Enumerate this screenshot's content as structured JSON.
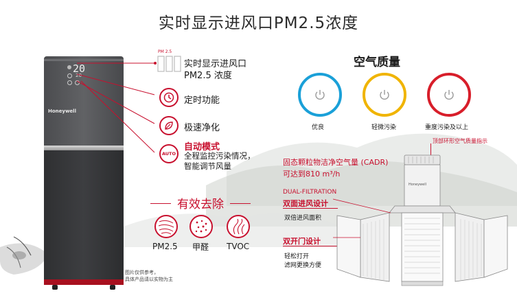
{
  "title": "实时显示进风口PM2.5浓度",
  "display": {
    "pm_label": "PM 2.5",
    "reading": "20",
    "brand": "Honeywell",
    "small_reading": "20"
  },
  "features": [
    {
      "line1": "实时显示进风口",
      "line2": "PM2.5 浓度"
    },
    {
      "line1": "定时功能"
    },
    {
      "line1": "极速净化"
    },
    {
      "line1": "自动模式",
      "line2": "全程监控污染情况，",
      "line3": "智能调节风量",
      "icon_text": "AUTO"
    }
  ],
  "air_quality": {
    "title": "空气质量",
    "levels": [
      {
        "label": "优良",
        "color": "#1aa0d8"
      },
      {
        "label": "轻微污染",
        "color": "#f0b400"
      },
      {
        "label": "重度污染及以上",
        "color": "#d81e2a"
      }
    ]
  },
  "ring_indicator": "顶部环形空气质量指示",
  "cadr": {
    "line1": "固态颗粒物洁净空气量 (CADR)",
    "line2": "可达到810 m³/h"
  },
  "dual": {
    "en": "DUAL-FILTRATION",
    "cn": "双面进风设计",
    "sub": "双倍进风面积"
  },
  "doors": {
    "title": "双开门设计",
    "line1": "轻松打开",
    "line2": "滤网更换方便"
  },
  "removal": {
    "title": "有效去除",
    "items": [
      "PM2.5",
      "甲醛",
      "TVOC"
    ]
  },
  "disclaimer": {
    "line1": "图片仅供参考，",
    "line2": "具体产品请以实物为主"
  },
  "colors": {
    "accent": "#c8102e",
    "dark": "#3a3b3d"
  }
}
